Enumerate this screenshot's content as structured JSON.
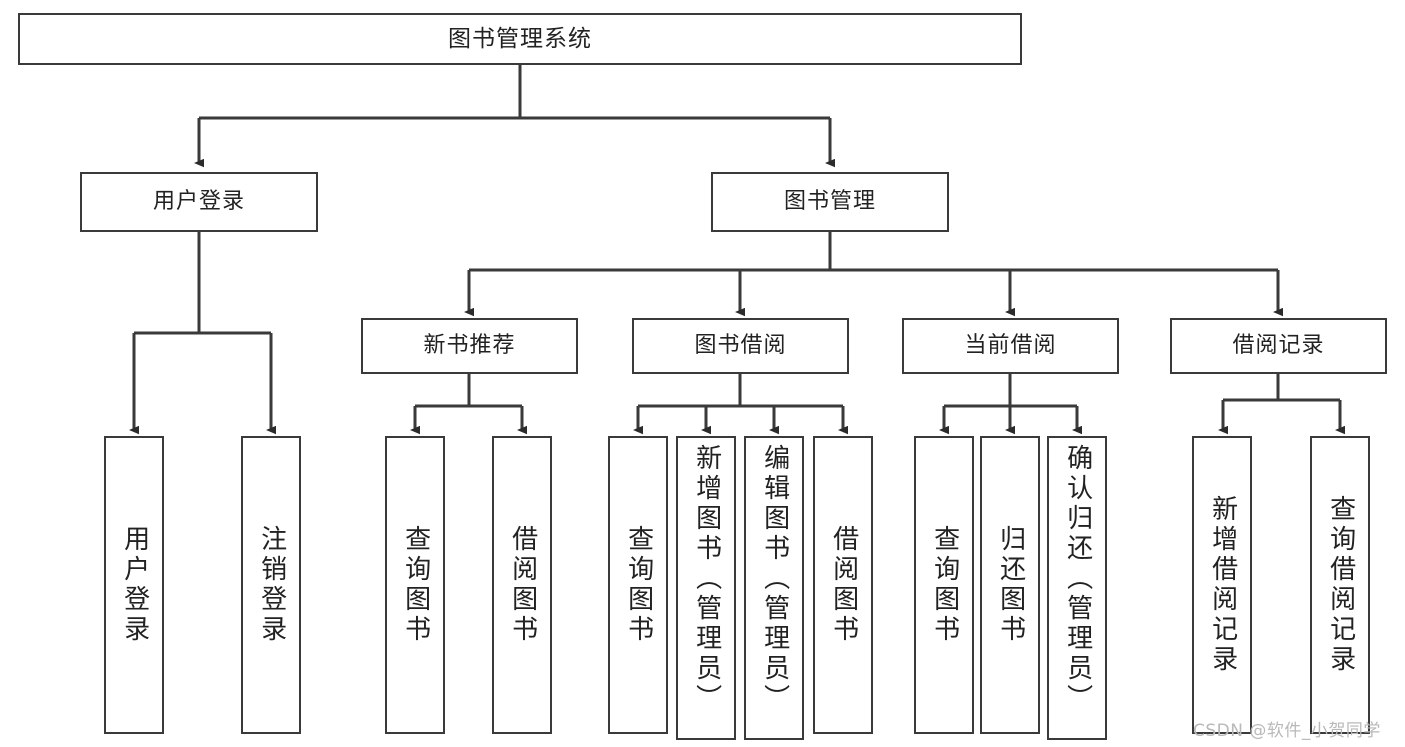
{
  "diagram": {
    "type": "hierarchy-tree",
    "title": "图书管理系统",
    "watermark": "CSDN @软件_小贺同学",
    "colors": {
      "box_border": "#3a3a3a",
      "box_fill": "#ffffff",
      "edge": "#3a3a3a",
      "text": "#222222",
      "watermark": "#b9b9b9",
      "background": "#ffffff"
    },
    "root": {
      "label": "图书管理系统"
    },
    "level2": [
      {
        "label": "用户登录"
      },
      {
        "label": "图书管理"
      }
    ],
    "level3": [
      {
        "label": "新书推荐"
      },
      {
        "label": "图书借阅"
      },
      {
        "label": "当前借阅"
      },
      {
        "label": "借阅记录"
      }
    ],
    "leaves": {
      "user_login": [
        {
          "label": "用户登录"
        },
        {
          "label": "注销登录"
        }
      ],
      "new_book_recommend": [
        {
          "label": "查询图书"
        },
        {
          "label": "借阅图书"
        }
      ],
      "book_borrow": [
        {
          "label": "查询图书"
        },
        {
          "label": "新增图书（管理员）"
        },
        {
          "label": "编辑图书（管理员）"
        },
        {
          "label": "借阅图书"
        }
      ],
      "current_borrow": [
        {
          "label": "查询图书"
        },
        {
          "label": "归还图书"
        },
        {
          "label": "确认归还（管理员）"
        }
      ],
      "borrow_record": [
        {
          "label": "新增借阅记录"
        },
        {
          "label": "查询借阅记录"
        }
      ]
    }
  }
}
